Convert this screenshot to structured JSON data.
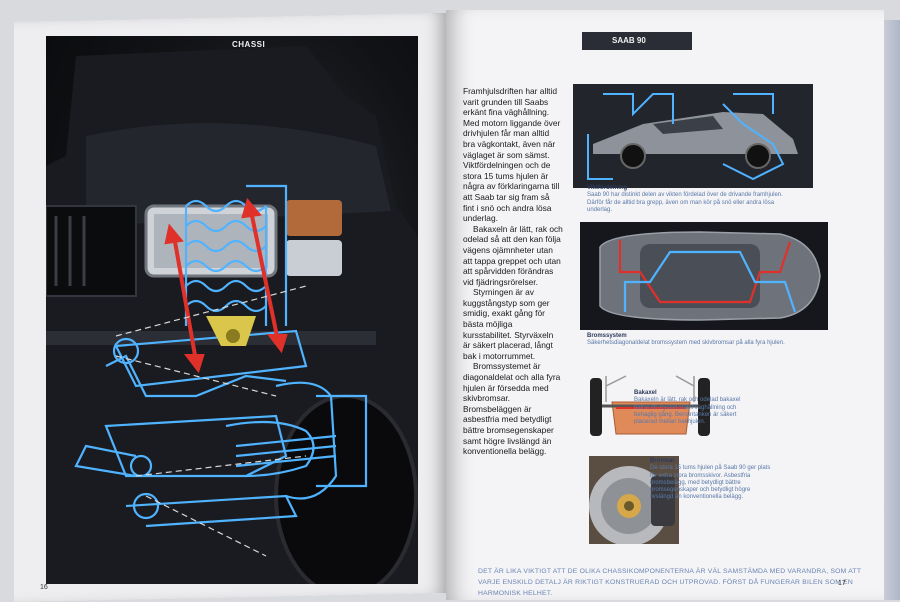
{
  "left_page": {
    "section_title": "CHASSI",
    "page_number": "16"
  },
  "right_page": {
    "model_tab": "SAAB 90",
    "page_number": "17",
    "body_paragraphs": [
      "Framhjulsdriften har alltid varit grunden till Saabs erkänt fina väghållning. Med motorn liggande över drivhjulen får man alltid bra vägkontakt, även när väglaget är som sämst. Viktfördelningen och de stora 15 tums hjulen är några av förklaringarna till att Saab tar sig fram så fint i snö och andra lösa underlag.",
      "Bakaxeln är lätt, rak och odelad så att den kan följa vägens ojämnheter utan att tappa greppet och utan att spårvidden förändras vid fjädringsrörelser.",
      "Styrningen är av kuggstångstyp som ger smidig, exakt gång för bästa möjliga kursstabilitet. Styrväxeln är säkert placerad, långt bak i motorrummet.",
      "Bromssystemet är diagonaldelat och alla fyra hjulen är försedda med skivbromsar. Bromsbeläggen är asbestfria med betydligt bättre bromsegenskaper samt högre livslängd än konventionella belägg."
    ],
    "figures": [
      {
        "title": "Viktfördelning",
        "caption": "Saab 90 har distinkt delen av vikten fördelad över de drivande framhjulen. Därför får de alltid bra grepp, även om man kör på snö eller andra lösa underlag."
      },
      {
        "title": "Bromssystem",
        "caption": "Säkerhetsdiagonaldelat bromssystem med skivbromsar på alla fyra hjulen."
      },
      {
        "title": "Bakaxel",
        "caption": "Bakaxeln är lätt, rak och odelad bakaxel bidrar till mycket stabil väghållning och behaglig gång. Bensintanken är säkert placerad mellan bakhjulen."
      },
      {
        "title": "Bromsar",
        "caption": "De stora 15 tums hjulen på Saab 90 ger plats för extra stora bromsskivor. Asbestfria bromsbelägg, med betydligt bättre bromsegenskaper och betydligt högre livslängd än konventionella belägg."
      }
    ],
    "footer": "DET ÄR LIKA VIKTIGT ATT DE OLIKA CHASSIKOMPONENTERNA ÄR VÄL SAMSTÄMDA MED VARANDRA, SOM ATT VARJE ENSKILD DETALJ ÄR RIKTIGT KONSTRUERAD OCH UTPROVAD. FÖRST DÅ FUNGERAR BILEN SOM EN HARMONISK HELHET."
  },
  "colors": {
    "diagram_blue": "#4fb3ff",
    "accent_red": "#e0302a",
    "spring_yellow": "#d9c64a",
    "photo_dark": "#111215",
    "caption_blue": "#5a78a8"
  }
}
